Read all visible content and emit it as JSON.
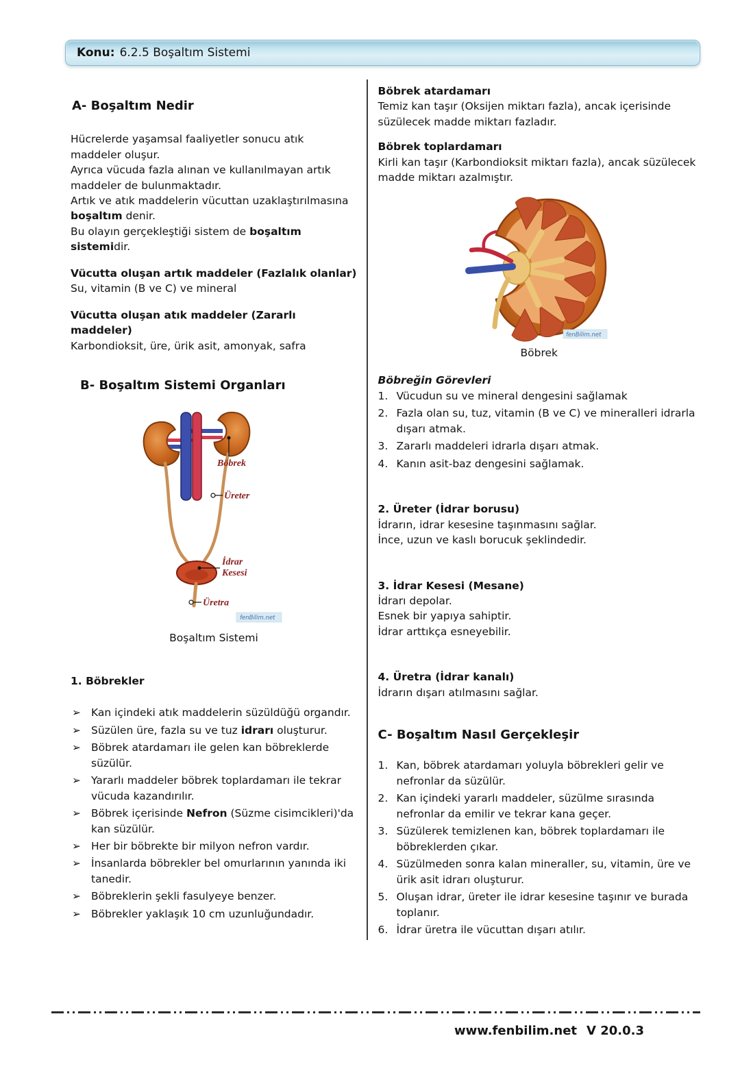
{
  "header": {
    "label": "Konu:",
    "title": "6.2.5 Boşaltım Sistemi"
  },
  "icons": {
    "bullet": "➢"
  },
  "colors": {
    "banner_blue": "#c2e4f0",
    "diagram_label_red": "#8b1f1f",
    "kidney_orange": "#cc6a22",
    "artery_red": "#c2283c",
    "vein_blue": "#3850a8"
  },
  "left": {
    "section_a_heading": "A- Boşaltım Nedir",
    "paragraphs": {
      "p1": "Hücrelerde yaşamsal faaliyetler sonucu atık maddeler oluşur.",
      "p2": "Ayrıca vücuda fazla alınan ve kullanılmayan artık maddeler de bulunmaktadır.",
      "p3_pre": "Artık ve atık maddelerin vücuttan uzaklaştırılmasına ",
      "p3_bold": "boşaltım",
      "p3_post": " denir.",
      "p4_pre": "Bu olayın gerçekleştiği sistem de ",
      "p4_bold": "boşaltım sistemi",
      "p4_post": "dir."
    },
    "surplus": {
      "heading": "Vücutta oluşan artık maddeler (Fazlalık olanlar)",
      "text": "Su, vitamin (B ve C) ve mineral"
    },
    "waste": {
      "heading": "Vücutta oluşan atık maddeler (Zararlı maddeler)",
      "text": "Karbondioksit, üre, ürik asit, amonyak, safra"
    },
    "section_b_heading": "B- Boşaltım Sistemi Organları",
    "diagram": {
      "labels": {
        "bobrek": "Böbrek",
        "ureter": "Üreter",
        "idrar": "İdrar",
        "kesesi": "Kesesi",
        "uretra": "Üretra"
      },
      "watermark": "fenBilim.net",
      "caption": "Boşaltım Sistemi"
    },
    "kidneys": {
      "heading": "1. Böbrekler",
      "bullets": [
        {
          "pre": "Kan içindeki atık maddelerin süzüldüğü organdır.",
          "bold": "",
          "post": ""
        },
        {
          "pre": "Süzülen üre, fazla su ve tuz ",
          "bold": "idrarı",
          "post": " oluşturur."
        },
        {
          "pre": "Böbrek atardamarı ile gelen kan böbreklerde süzülür.",
          "bold": "",
          "post": ""
        },
        {
          "pre": "Yararlı maddeler böbrek toplardamarı ile tekrar vücuda kazandırılır.",
          "bold": "",
          "post": ""
        },
        {
          "pre": "Böbrek içerisinde ",
          "bold": "Nefron",
          "post": " (Süzme cisimcikleri)'da kan süzülür."
        },
        {
          "pre": "Her bir böbrekte bir milyon nefron vardır.",
          "bold": "",
          "post": ""
        },
        {
          "pre": "İnsanlarda böbrekler bel omurlarının yanında iki tanedir.",
          "bold": "",
          "post": ""
        },
        {
          "pre": "Böbreklerin şekli fasulyeye benzer.",
          "bold": "",
          "post": ""
        },
        {
          "pre": "Böbrekler yaklaşık 10 cm uzunluğundadır.",
          "bold": "",
          "post": ""
        }
      ]
    }
  },
  "right": {
    "artery": {
      "heading": "Böbrek atardamarı",
      "text": "Temiz kan taşır (Oksijen miktarı fazla), ancak içerisinde süzülecek madde miktarı fazladır."
    },
    "vein": {
      "heading": "Böbrek toplardamarı",
      "text": "Kirli kan taşır (Karbondioksit miktarı fazla), ancak süzülecek madde miktarı azalmıştır."
    },
    "kidney_figure": {
      "watermark": "fenBilim.net",
      "caption": "Böbrek"
    },
    "duties": {
      "heading": "Böbreğin Görevleri",
      "items": [
        "Vücudun su ve mineral dengesini sağlamak",
        "Fazla olan su, tuz, vitamin (B ve C) ve mineralleri idrarla dışarı atmak.",
        "Zararlı maddeleri idrarla dışarı atmak.",
        "Kanın asit-baz dengesini sağlamak."
      ]
    },
    "ureter_section": {
      "heading": "2. Üreter (İdrar borusu)",
      "line1": "İdrarın, idrar kesesine taşınmasını sağlar.",
      "line2": "İnce, uzun ve kaslı borucuk şeklindedir."
    },
    "bladder_section": {
      "heading": "3. İdrar Kesesi (Mesane)",
      "line1": "İdrarı depolar.",
      "line2": "Esnek bir yapıya sahiptir.",
      "line3": "İdrar arttıkça esneyebilir."
    },
    "urethra_section": {
      "heading": "4. Üretra (İdrar kanalı)",
      "line1": "İdrarın dışarı atılmasını sağlar."
    },
    "section_c": {
      "heading": "C- Boşaltım Nasıl Gerçekleşir",
      "items": [
        "Kan, böbrek atardamarı yoluyla böbrekleri gelir ve nefronlar da süzülür.",
        "Kan içindeki yararlı maddeler, süzülme sırasında nefronlar da emilir ve tekrar kana geçer.",
        "Süzülerek temizlenen kan, böbrek toplardamarı ile böbreklerden çıkar.",
        "Süzülmeden sonra kalan mineraller, su, vitamin, üre ve ürik asit idrarı oluşturur.",
        "Oluşan idrar, üreter ile idrar kesesine taşınır ve burada toplanır.",
        "İdrar üretra ile vücuttan dışarı atılır."
      ]
    }
  },
  "footer": {
    "site": "www.fenbilim.net",
    "version": "V 20.0.3"
  }
}
